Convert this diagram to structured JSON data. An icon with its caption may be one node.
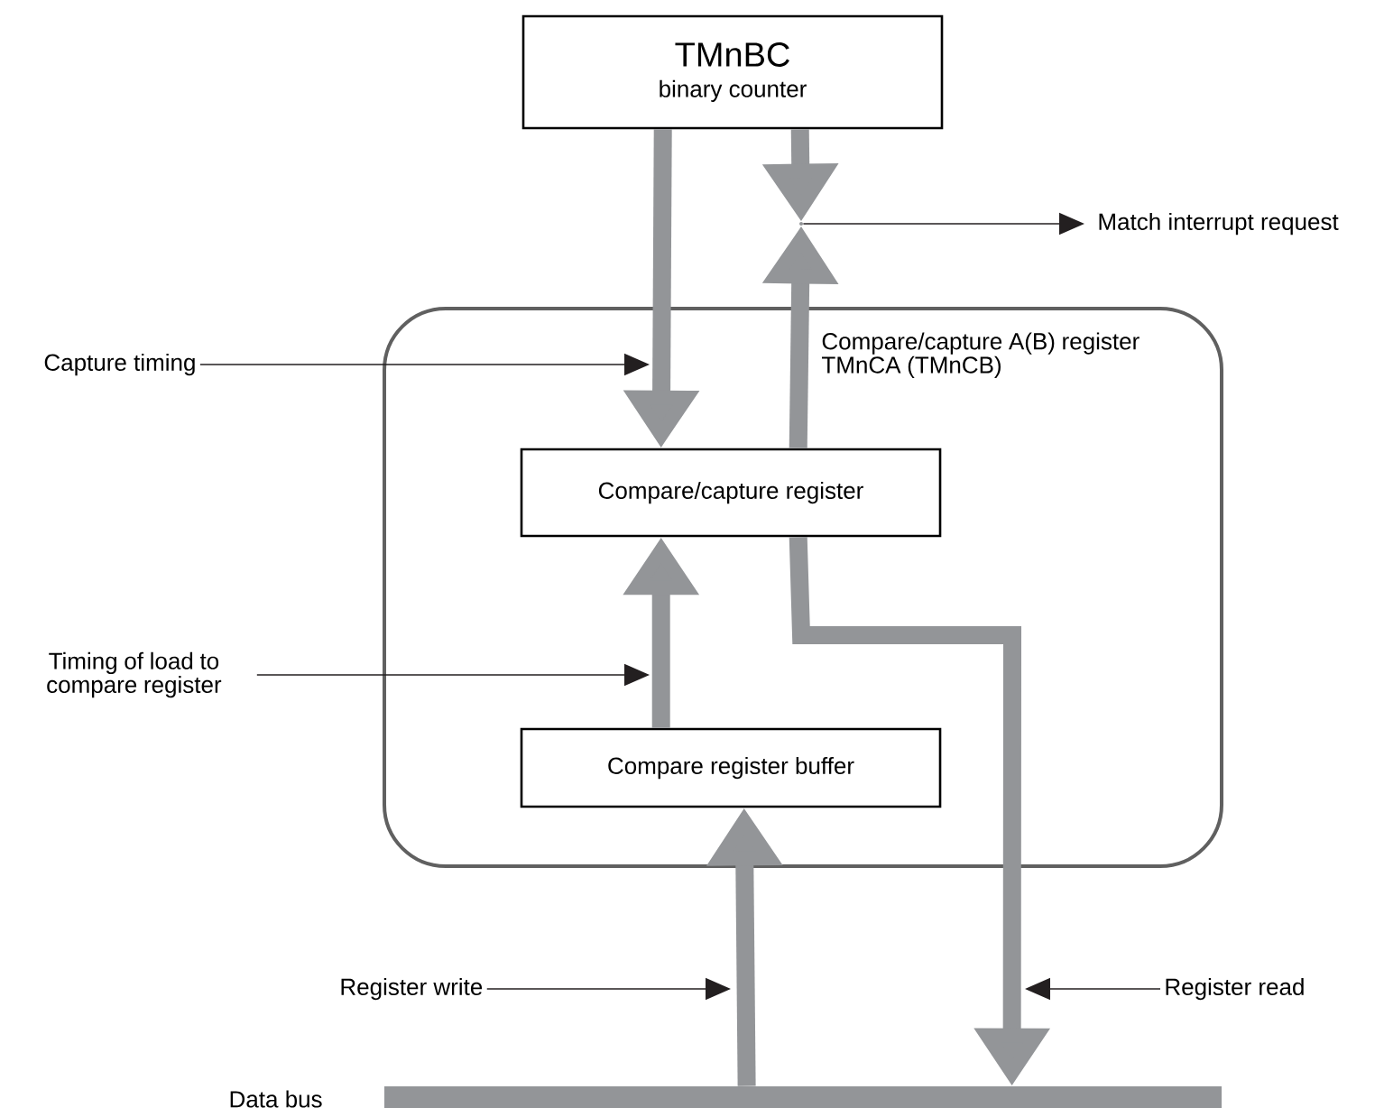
{
  "diagram": {
    "nodes": [
      {
        "text": [
          "TMnBC",
          "binary counter"
        ]
      },
      {
        "text": [
          "Compare/capture A(B) register TMnCA (TMnCB)"
        ]
      },
      {
        "text": [
          "Compare/capture register"
        ],
        "in": 1
      },
      {
        "text": [
          "Compare register buffer"
        ],
        "in": 1
      },
      {
        "text": [],
        "shape": "point"
      },
      {
        "text": [
          "Match interrupt request"
        ]
      },
      {
        "text": [
          "Capture timing"
        ]
      },
      {
        "text": [
          "Timing of load to compare register"
        ]
      },
      {
        "text": [
          "Register write"
        ]
      },
      {
        "text": [
          "Register read"
        ]
      },
      {
        "text": [],
        "shape": "bar",
        "beside": [
          "Data bus"
        ]
      }
    ],
    "edges": [
      {
        "from": 0,
        "to": 2,
        "arrow": "to"
      },
      {
        "from": 0,
        "to": 4,
        "arrow": "to"
      },
      {
        "from": 2,
        "to": 4,
        "arrow": "to"
      },
      {
        "from": 4,
        "to": 5,
        "arrow": "to",
        "color": "#231f20"
      },
      {
        "from": 2,
        "to": 10,
        "arrow": "to"
      },
      {
        "from": 3,
        "to": 2,
        "arrow": "to"
      },
      {
        "from": 10,
        "to": 3,
        "arrow": "to"
      },
      {
        "from": 6,
        "to": null,
        "arrow": "to",
        "color": "#231f20"
      },
      {
        "from": 7,
        "to": null,
        "arrow": "to",
        "color": "#231f20"
      },
      {
        "from": 8,
        "to": null,
        "arrow": "to",
        "color": "#231f20"
      },
      {
        "from": 9,
        "to": null,
        "arrow": "to",
        "color": "#231f20"
      }
    ]
  }
}
